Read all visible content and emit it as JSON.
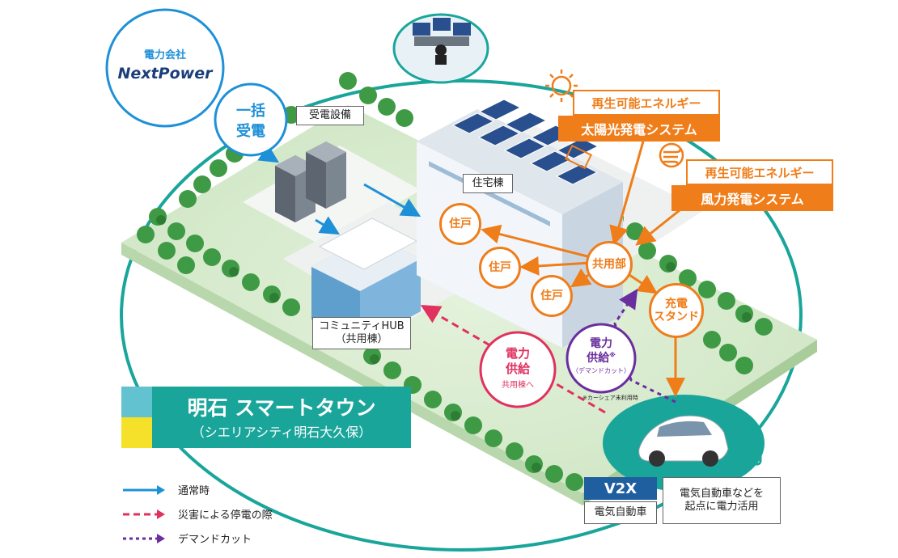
{
  "company": {
    "line1": "電力会社",
    "logo": "NextPower"
  },
  "bulk": {
    "line1": "一括",
    "line2": "受電"
  },
  "substation": {
    "label": "受電設備"
  },
  "residence": {
    "label": "住宅棟"
  },
  "units": {
    "label": "住戸"
  },
  "common": {
    "label": "共用部"
  },
  "charging": {
    "line1": "充電",
    "line2": "スタンド"
  },
  "hub": {
    "line1": "コミュニティHUB",
    "line2": "（共用棟）"
  },
  "solar": {
    "category": "再生可能エネルギー",
    "system": "太陽光発電システム"
  },
  "wind": {
    "category": "再生可能エネルギー",
    "system": "風力発電システム"
  },
  "supply_hub": {
    "line1": "電力",
    "line2": "供給",
    "sub": "共用棟へ"
  },
  "supply_demand": {
    "line1": "電力",
    "line2": "供給",
    "mark": "※",
    "sub": "（デマンドカット）",
    "note": "※カーシェア未利用時"
  },
  "town": {
    "title": "明石 スマートタウン",
    "subtitle": "（シエリアシティ明石大久保）"
  },
  "v2x": {
    "label": "V2X",
    "car": "電気自動車",
    "desc_line1": "電気自動車などを",
    "desc_line2": "起点に電力活用"
  },
  "legend": [
    {
      "label": "通常時",
      "color": "#1e90d8",
      "style": "solid"
    },
    {
      "label": "災害による停電の際",
      "color": "#e0315f",
      "style": "dashed"
    },
    {
      "label": "デマンドカット",
      "color": "#6a2e9e",
      "style": "dotted"
    }
  ],
  "colors": {
    "teal": "#1aa59b",
    "orange": "#ef7d1a",
    "blue": "#1e90d8",
    "red": "#e0315f",
    "purple": "#6a2e9e",
    "lawn": "#d8ecd0",
    "navy": "#1f5f9f"
  }
}
